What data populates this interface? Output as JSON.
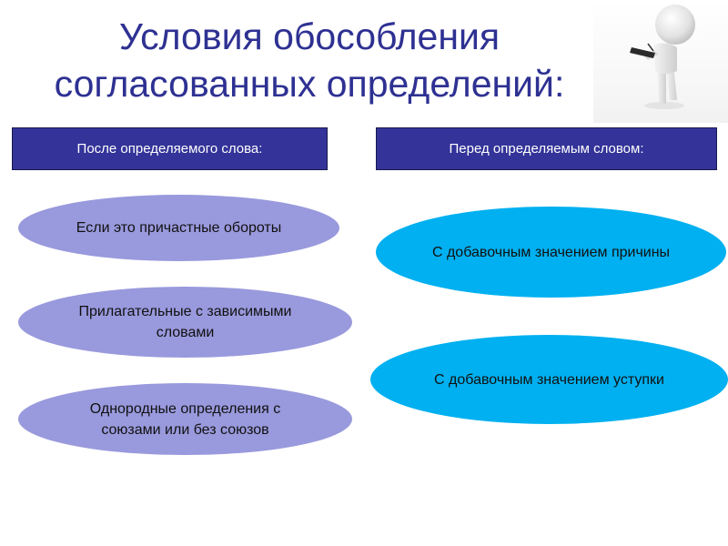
{
  "title": {
    "line1": "Условия обособления",
    "line2": "согласованных определений:",
    "color": "#2e3192"
  },
  "illustration": {
    "icon": "person-with-notepad-figure"
  },
  "columns": {
    "left": {
      "header": "После определяемого слова:",
      "header_color": "#333399",
      "items": [
        {
          "text": "Если это причастные обороты"
        },
        {
          "text": "Прилагательные с зависимыми словами"
        },
        {
          "text": "Однородные определения с союзами или без союзов"
        }
      ],
      "item_color": "#9999dd"
    },
    "right": {
      "header": "Перед определяемым словом:",
      "header_color": "#333399",
      "items": [
        {
          "text": "С добавочным значением причины"
        },
        {
          "text": "С добавочным значением уступки"
        }
      ],
      "item_color": "#00b0f0"
    }
  }
}
